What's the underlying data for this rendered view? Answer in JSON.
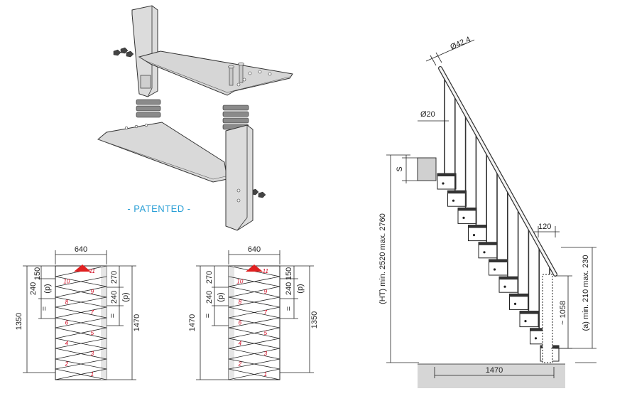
{
  "patented_label": "- PATENTED -",
  "plan_left": {
    "width_label": "640",
    "height_label": "1350",
    "right_height_label": "1470",
    "top_offset_label": "150",
    "p_label": "240",
    "p_paren": "(p)",
    "right_top_label": "270",
    "right_p_label": "240",
    "right_p_paren": "(p)",
    "equal_sign": "=",
    "steps": [
      "1",
      "2",
      "3",
      "4",
      "5",
      "6",
      "7",
      "8",
      "9",
      "10",
      "11"
    ]
  },
  "plan_right": {
    "width_label": "640",
    "height_label": "1470",
    "right_height_label": "1350",
    "top_offset_label": "270",
    "p_label": "240",
    "p_paren": "(p)",
    "right_top_label": "150",
    "right_p_label": "240",
    "right_p_paren": "(p)",
    "equal_sign": "=",
    "steps": [
      "1",
      "2",
      "3",
      "4",
      "5",
      "6",
      "7",
      "8",
      "9",
      "10",
      "11"
    ]
  },
  "elevation": {
    "handrail_diameter": "Ø42.4",
    "baluster_diameter": "Ø20",
    "height_label": "(HT) min. 2520 max. 2760",
    "slab_label": "S",
    "rise_label": "(a) min. 210 max. 230",
    "rail_height_label": "~ 1058",
    "rail_offset_label": "120",
    "length_label": "1470"
  }
}
